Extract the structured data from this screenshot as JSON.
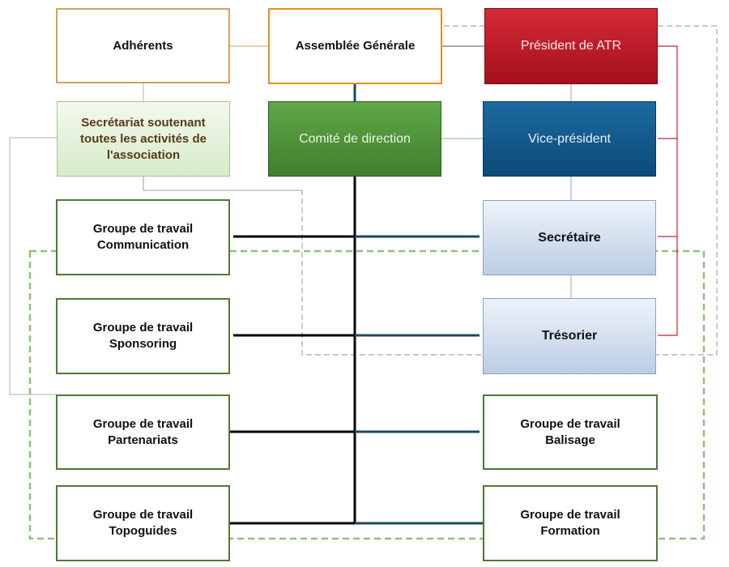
{
  "diagram": {
    "nodes": {
      "adherents": "Adhérents",
      "assemblee": "Assemblée Générale",
      "president": "Président de ATR",
      "secretariat": [
        "Secrétariat soutenant",
        "toutes les activités de",
        "l'association"
      ],
      "comite": "Comité de direction",
      "vice_president": "Vice-président",
      "secretaire": "Secrétaire",
      "tresorier": "Trésorier",
      "gt_communication": [
        "Groupe de travail",
        "Communication"
      ],
      "gt_sponsoring": [
        "Groupe de travail",
        "Sponsoring"
      ],
      "gt_partenariats": [
        "Groupe de travail",
        "Partenariats"
      ],
      "gt_topoguides": [
        "Groupe de travail",
        "Topoguides"
      ],
      "gt_balisage": [
        "Groupe de travail",
        "Balisage"
      ],
      "gt_formation": [
        "Groupe de travail",
        "Formation"
      ]
    },
    "colors": {
      "orange_border": "#e2901f",
      "tan_border": "#d1a25e",
      "group_border": "#4e7a35",
      "connector_black": "#000000",
      "connector_teal": "#1a4a5c",
      "bracket_red": "#c8232f",
      "dashed_gray": "#a8a8a8",
      "dashed_green": "#8cc37a"
    }
  }
}
